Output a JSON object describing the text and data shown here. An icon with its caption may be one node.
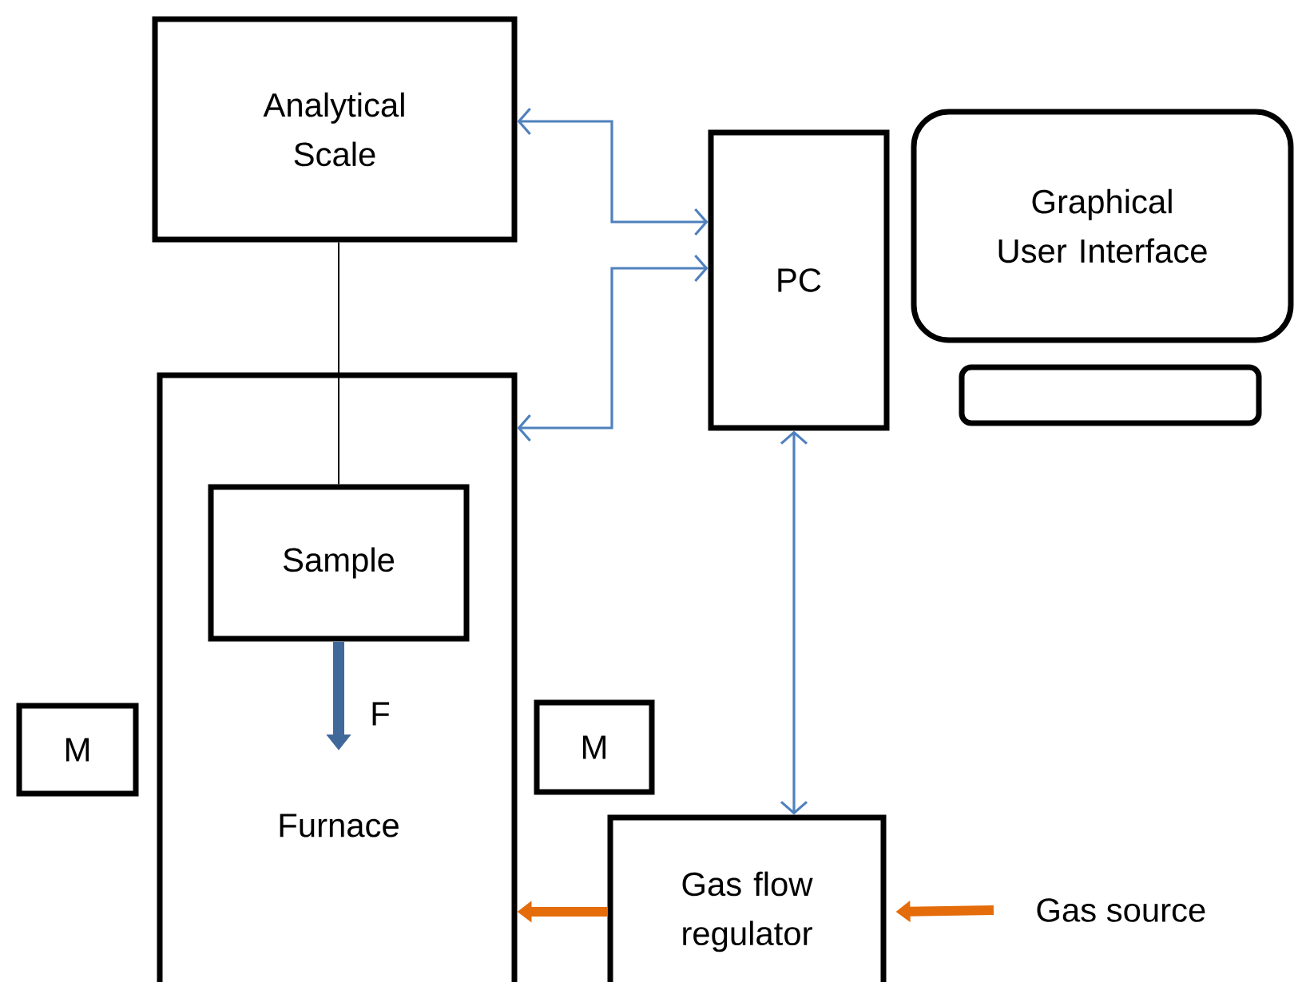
{
  "diagram": {
    "nodes": [
      {
        "text": [
          "Analytical Scale"
        ]
      },
      {
        "text": [
          "PC"
        ]
      },
      {
        "text": [
          "Graphical User Interface"
        ]
      },
      {
        "text": [],
        "shape": "box"
      },
      {
        "text": [
          "Furnace"
        ]
      },
      {
        "text": [
          "Sample"
        ],
        "in": 4
      },
      {
        "text": [
          "M"
        ]
      },
      {
        "text": [
          "M"
        ]
      },
      {
        "text": [
          "Gas flow regulator"
        ]
      },
      {
        "text": [
          "Gas source"
        ]
      }
    ],
    "edges": [
      {
        "from": 0,
        "to": 1,
        "arrow": "both"
      },
      {
        "from": 4,
        "to": 1,
        "arrow": "both"
      },
      {
        "from": 1,
        "to": 8,
        "arrow": "both"
      },
      {
        "from": 8,
        "to": 4,
        "arrow": "to",
        "style": "thick",
        "color": "#e46c0a"
      },
      {
        "from": 9,
        "to": 8,
        "arrow": "to",
        "style": "thick",
        "color": "#e46c0a"
      },
      {
        "from": 0,
        "to": 5,
        "arrow": "none",
        "color": "#000000"
      }
    ],
    "labels": [
      "F"
    ]
  }
}
